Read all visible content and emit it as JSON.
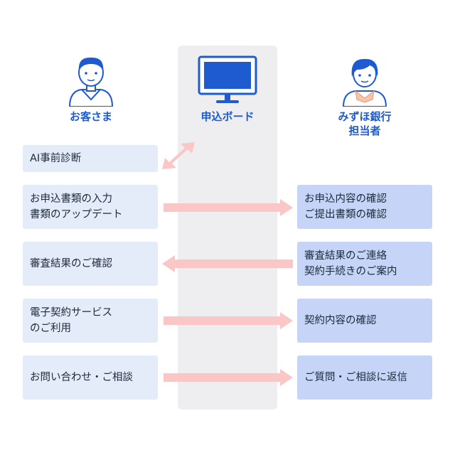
{
  "actors": {
    "customer": {
      "label": "お客さま",
      "icon": "customer-avatar-icon"
    },
    "board": {
      "label": "申込ボード",
      "icon": "monitor-icon"
    },
    "staff": {
      "label_line1": "みずほ銀行",
      "label_line2": "担当者",
      "icon": "staff-avatar-icon"
    }
  },
  "rows": [
    {
      "left_lines": [
        "AI事前診断"
      ],
      "right_lines": [],
      "direction": "bidirectional-to-board"
    },
    {
      "left_lines": [
        "お申込書類の入力",
        "書類のアップデート"
      ],
      "right_lines": [
        "お申込内容の確認",
        "ご提出書類の確認"
      ],
      "direction": "right"
    },
    {
      "left_lines": [
        "審査結果のご確認"
      ],
      "right_lines": [
        "審査結果のご連絡",
        "契約手続きのご案内"
      ],
      "direction": "left"
    },
    {
      "left_lines": [
        "電子契約サービス",
        "のご利用"
      ],
      "right_lines": [
        "契約内容の確認"
      ],
      "direction": "right"
    },
    {
      "left_lines": [
        "お問い合わせ・ご相談"
      ],
      "right_lines": [
        "ご質問・ご相談に返信"
      ],
      "direction": "right"
    }
  ],
  "colors": {
    "accent": "#1e5bd0",
    "left_box": "#e4ebf9",
    "right_box": "#c5d4f7",
    "arrow": "#fbc6c6",
    "board_column": "#eeeef0"
  }
}
